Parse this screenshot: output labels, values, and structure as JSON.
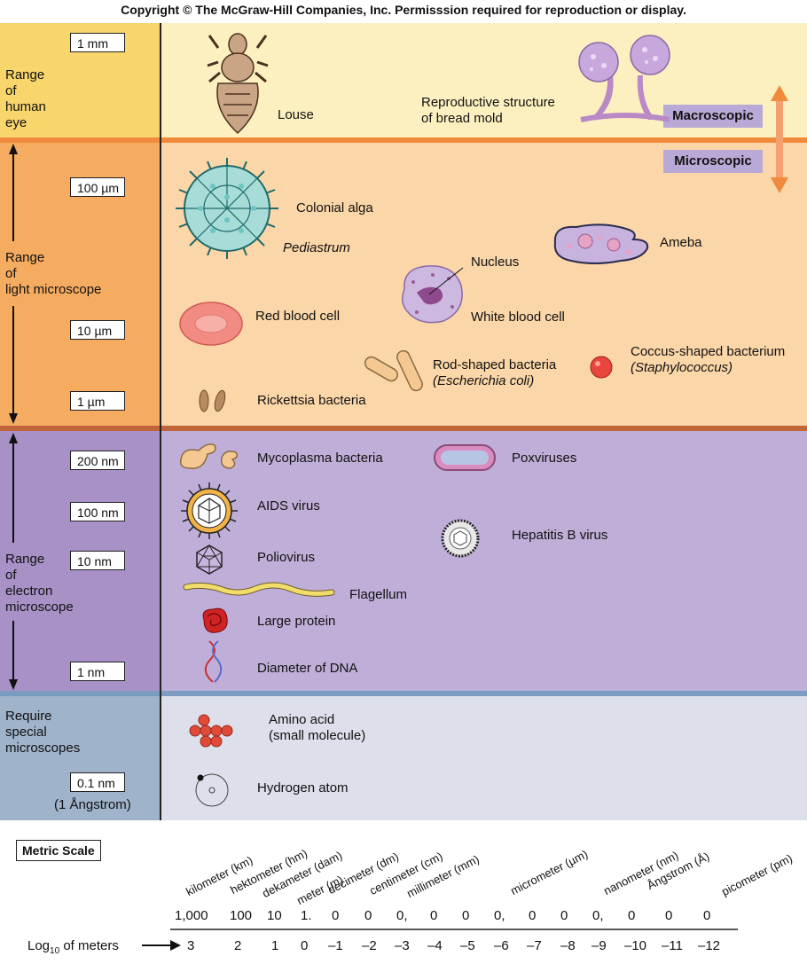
{
  "copyright": "Copyright © The McGraw-Hill Companies, Inc. Permisssion required for reproduction or display.",
  "ranges": {
    "eye": "Range\nof\nhuman\neye",
    "light": "Range\nof\nlight microscope",
    "electron": "Range\nof\nelectron\nmicroscope",
    "special": "Require\nspecial\nmicroscopes"
  },
  "scale_boxes": [
    "1 mm",
    "100 µm",
    "10 µm",
    "1 µm",
    "200 nm",
    "100 nm",
    "10 nm",
    "1 nm",
    "0.1 nm"
  ],
  "angstrom_note": "(1 Ångstrom)",
  "tags": {
    "macro": "Macroscopic",
    "micro": "Microscopic"
  },
  "items": {
    "louse": "Louse",
    "bread_mold": "Reproductive structure\nof bread mold",
    "colonial_alga": "Colonial alga",
    "pediastrum": "Pediastrum",
    "ameba": "Ameba",
    "nucleus": "Nucleus",
    "white_blood_cell": "White blood cell",
    "red_blood_cell": "Red blood cell",
    "rod_bacteria": "Rod-shaped bacteria",
    "escherichia": "(Escherichia coli)",
    "coccus": "Coccus-shaped bacterium",
    "staphylococcus": "(Staphylococcus)",
    "rickettsia": "Rickettsia bacteria",
    "mycoplasma": "Mycoplasma bacteria",
    "poxviruses": "Poxviruses",
    "aids_virus": "AIDS virus",
    "hepatitis_b": "Hepatitis B virus",
    "poliovirus": "Poliovirus",
    "flagellum": "Flagellum",
    "large_protein": "Large protein",
    "dna": "Diameter of DNA",
    "amino_acid": "Amino acid\n(small molecule)",
    "hydrogen": "Hydrogen atom"
  },
  "metric": {
    "title": "Metric Scale",
    "units": [
      "kilometer (km)",
      "hektometer (hm)",
      "dekameter (dam)",
      "meter (m)",
      "decimeter (dm)",
      "centimeter (cm)",
      "millimeter (mm)",
      "micrometer (µm)",
      "nanometer (nm)",
      "Ångstrom (Å)",
      "picometer (pm)"
    ],
    "numbers": [
      "1,000",
      "100",
      "10",
      "1.",
      "0",
      "0",
      "0,",
      "0",
      "0",
      "0,",
      "0",
      "0",
      "0,",
      "0",
      "0",
      "0"
    ],
    "log_label": "Log",
    "log_sub": "10",
    "log_label_rest": " of meters",
    "log_values": [
      "3",
      "2",
      "1",
      "0",
      "–1",
      "–2",
      "–3",
      "–4",
      "–5",
      "–6",
      "–7",
      "–8",
      "–9",
      "–10",
      "–11",
      "–12"
    ]
  },
  "colors": {
    "eye_band": "#fdf0c0",
    "eye_left": "#f8d66c",
    "light_band": "#fbd6a8",
    "light_left": "#f5ac60",
    "electron_band": "#bfafd8",
    "electron_left": "#a791c7",
    "special_band": "#dde0ea",
    "special_left": "#9fb3ca",
    "sep_orange": "#f08a3c",
    "sep_brown": "#c0653a",
    "sep_blue": "#7b9cc0"
  }
}
